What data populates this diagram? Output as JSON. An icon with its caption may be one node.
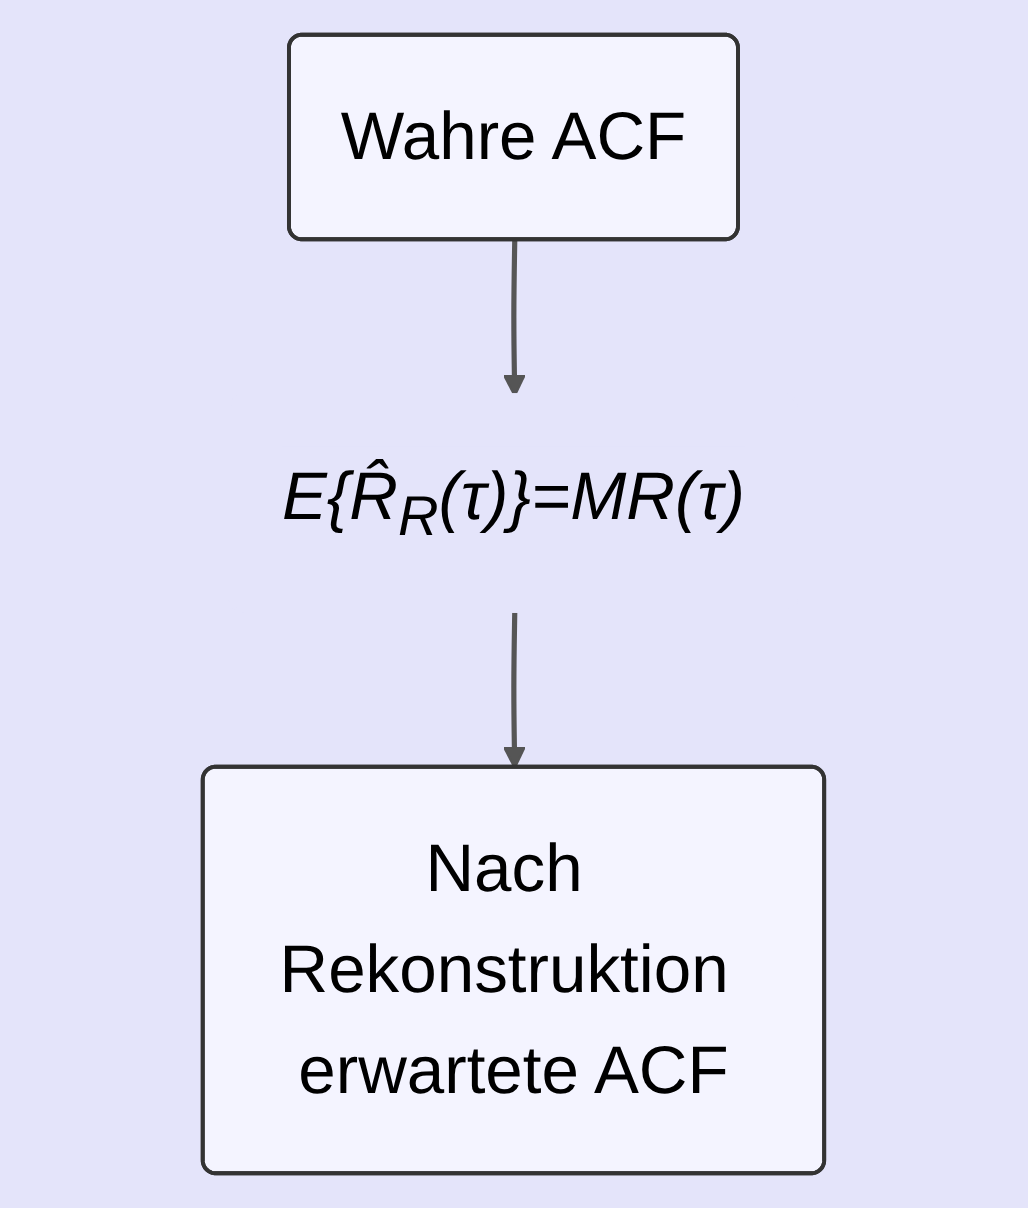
{
  "diagram": {
    "nodes": [
      {
        "text": [
          "Wahre ACF"
        ]
      },
      {
        "text": [
          "E{R̂$_{R}$(τ)}=MR(τ)"
        ]
      },
      {
        "text": [
          "Nach Rekonstruktion erwartete ACF"
        ]
      }
    ],
    "edges": [
      {
        "from": 0,
        "to": 1,
        "arrow": "to"
      },
      {
        "from": 1,
        "to": 2,
        "arrow": "to"
      }
    ]
  }
}
